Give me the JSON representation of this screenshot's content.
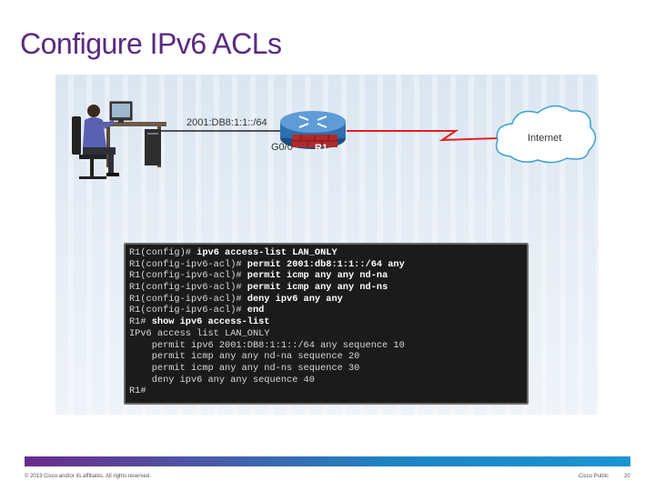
{
  "slide": {
    "title": "Configure IPv6 ACLs"
  },
  "topology": {
    "subnet_label": "2001:DB8:1:1::/64",
    "interface_label": "G0/0",
    "router_label": "R1",
    "cloud_label": "Internet",
    "icons": [
      "user-workstation-icon",
      "router-icon",
      "serial-link-icon",
      "internet-cloud-icon"
    ]
  },
  "terminal": {
    "lines": [
      {
        "prompt": "R1(config)# ",
        "cmd": "ipv6 access-list LAN_ONLY"
      },
      {
        "prompt": "R1(config-ipv6-acl)# ",
        "cmd": "permit 2001:db8:1:1::/64 any"
      },
      {
        "prompt": "R1(config-ipv6-acl)# ",
        "cmd": "permit icmp any any nd-na"
      },
      {
        "prompt": "R1(config-ipv6-acl)# ",
        "cmd": "permit icmp any any nd-ns"
      },
      {
        "prompt": "R1(config-ipv6-acl)# ",
        "cmd": "deny ipv6 any any"
      },
      {
        "prompt": "R1(config-ipv6-acl)# ",
        "cmd": "end"
      },
      {
        "prompt": "R1# ",
        "cmd": "show ipv6 access-list"
      },
      {
        "prompt": "IPv6 access list LAN_ONLY",
        "cmd": ""
      },
      {
        "prompt": "    permit ipv6 2001:DB8:1:1::/64 any sequence 10",
        "cmd": ""
      },
      {
        "prompt": "    permit icmp any any nd-na sequence 20",
        "cmd": ""
      },
      {
        "prompt": "    permit icmp any any nd-ns sequence 30",
        "cmd": ""
      },
      {
        "prompt": "    deny ipv6 any any sequence 40",
        "cmd": ""
      },
      {
        "prompt": "R1#",
        "cmd": ""
      }
    ]
  },
  "footer": {
    "copyright": "© 2013 Cisco and/or its affiliates. All rights reserved.",
    "classification": "Cisco Public",
    "page_number": "20"
  },
  "colors": {
    "title": "#5a2a82",
    "terminal_bg": "#1b1b1b",
    "link_red": "#e0201f",
    "router_blue": "#2e6fb0"
  }
}
